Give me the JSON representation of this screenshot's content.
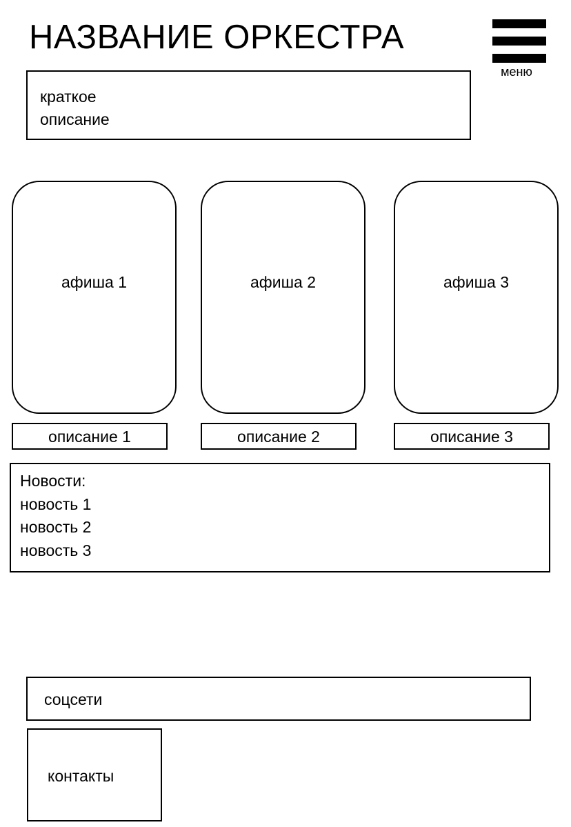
{
  "header": {
    "title": "НАЗВАНИЕ ОРКЕСТРА",
    "menu_label": "меню",
    "menu_icon": "hamburger-icon"
  },
  "summary": {
    "line1": "краткое",
    "line2": "описание"
  },
  "posters": [
    {
      "label": "афиша 1",
      "description": "описание 1"
    },
    {
      "label": "афиша 2",
      "description": "описание 2"
    },
    {
      "label": "афиша 3",
      "description": "описание 3"
    }
  ],
  "news": {
    "heading": "Новости:",
    "items": [
      "новость 1",
      "новость 2",
      "новость 3"
    ]
  },
  "footer": {
    "social": "соцсети",
    "contacts": "контакты"
  }
}
